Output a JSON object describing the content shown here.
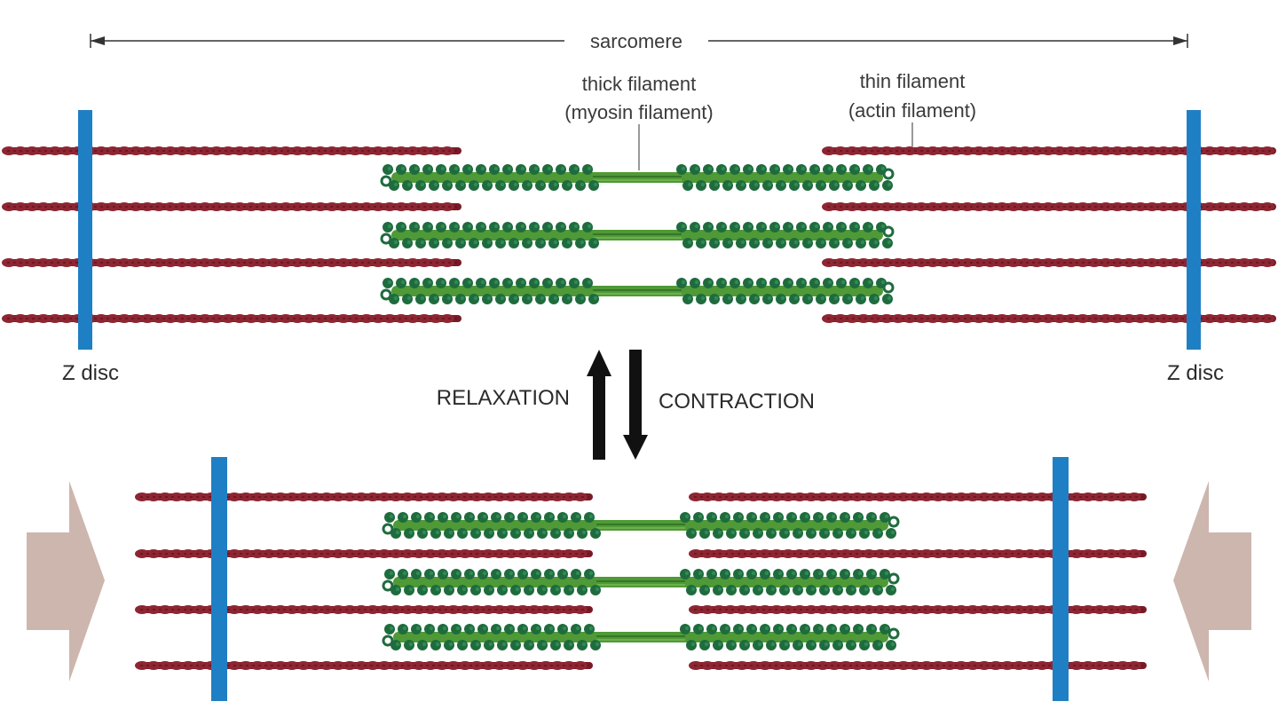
{
  "labels": {
    "sarcomere": "sarcomere",
    "thick_line1": "thick filament",
    "thick_line2": "(myosin filament)",
    "thin_line1": "thin filament",
    "thin_line2": "(actin filament)",
    "z_disc_left": "Z disc",
    "z_disc_right": "Z disc",
    "relaxation": "RELAXATION",
    "contraction": "CONTRACTION"
  },
  "colors": {
    "actin": "#7a1a26",
    "actin_bead": "#8d2632",
    "myosin_body": "#4f9a36",
    "myosin_head": "#1f6b3e",
    "myosin_head_light": "#2f8a55",
    "z_disc": "#1f7fc4",
    "force_arrow": "#cdb6ae",
    "state_arrow": "#111111",
    "text": "#3a3a3a"
  },
  "icons": {
    "relaxation_arrow": "arrow-up-icon",
    "contraction_arrow": "arrow-down-icon",
    "left_force_arrow": "arrow-right-icon",
    "right_force_arrow": "arrow-left-icon"
  }
}
